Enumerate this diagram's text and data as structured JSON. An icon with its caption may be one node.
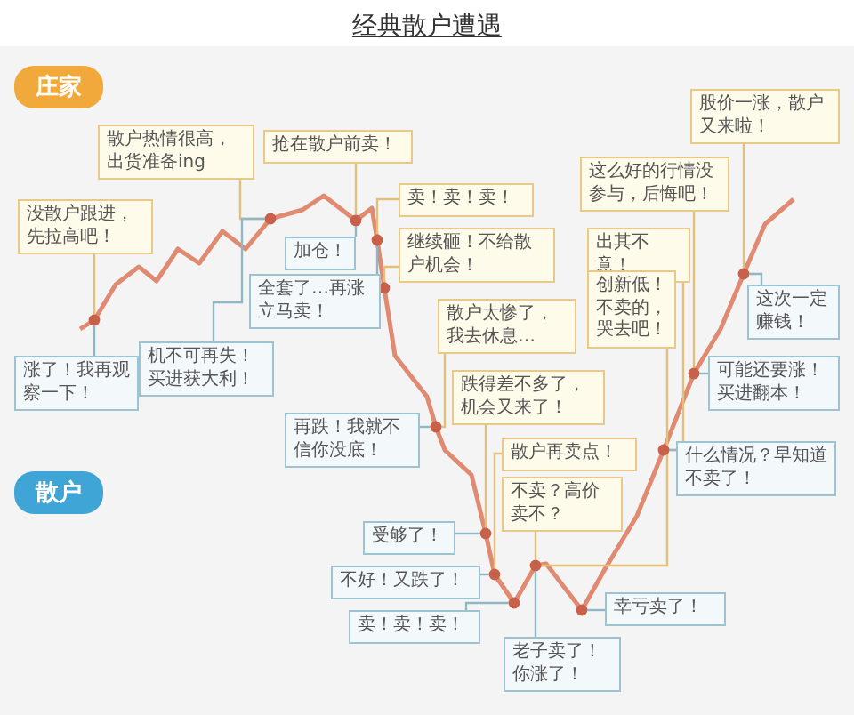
{
  "diagram": {
    "title": "经典散户遭遇",
    "nodes": [
      {
        "text": [
          "庄家"
        ]
      },
      {
        "text": [
          "股价一涨，散户又来啦！"
        ]
      },
      {
        "text": [
          "散户热情很高，出货准备ing"
        ]
      },
      {
        "text": [
          "抢在散户前卖！"
        ]
      },
      {
        "text": [
          "这么好的行情没参与，后悔吧！"
        ]
      },
      {
        "text": [
          "卖！卖！卖！"
        ]
      },
      {
        "text": [
          "没散户跟进，先拉高吧！"
        ]
      },
      {
        "text": [
          "继续砸！不给散户机会！"
        ]
      },
      {
        "text": [
          "加仓！"
        ]
      },
      {
        "text": [
          "出其不意！"
        ]
      },
      {
        "text": [
          "全套了…再涨立马卖！"
        ]
      },
      {
        "text": [
          "创新低！不卖的，哭去吧！"
        ]
      },
      {
        "text": [
          "这次一定赚钱！"
        ]
      },
      {
        "text": [
          "散户太惨了，我去休息…"
        ]
      },
      {
        "text": [
          "机不可再失！买进获大利！"
        ]
      },
      {
        "text": [
          "涨了！我再观察一下！"
        ]
      },
      {
        "text": [
          "可能还要涨！买进翻本！"
        ]
      },
      {
        "text": [
          "跌得差不多了，机会又来了！"
        ]
      },
      {
        "text": [
          "再跌！我就不信你没底！"
        ]
      },
      {
        "text": [
          "散户"
        ]
      },
      {
        "text": [
          "散户再卖点！"
        ]
      },
      {
        "text": [
          "什么情况？早知道不卖了！"
        ]
      },
      {
        "text": [
          "不卖？高价卖不？"
        ]
      },
      {
        "text": [
          "受够了！"
        ]
      },
      {
        "text": [
          "不好！又跌了！"
        ]
      },
      {
        "text": [
          "幸亏卖了！"
        ]
      },
      {
        "text": [
          "卖！卖！卖！"
        ]
      },
      {
        "text": [
          "老子卖了！你涨了！"
        ]
      },
      {
        "text": [],
        "shape": "circle"
      },
      {
        "text": [],
        "shape": "circle"
      },
      {
        "text": [],
        "shape": "circle"
      },
      {
        "text": [],
        "shape": "circle"
      },
      {
        "text": [],
        "shape": "circle"
      },
      {
        "text": [],
        "shape": "circle"
      },
      {
        "text": [],
        "shape": "circle"
      },
      {
        "text": [],
        "shape": "circle"
      },
      {
        "text": [],
        "shape": "circle"
      },
      {
        "text": [],
        "shape": "circle"
      },
      {
        "text": [],
        "shape": "circle"
      },
      {
        "text": [],
        "shape": "circle"
      },
      {
        "text": [],
        "shape": "circle"
      },
      {
        "text": [],
        "shape": "circle"
      }
    ],
    "edges": [
      {
        "from": 1,
        "to": 41,
        "arrow": "none",
        "color": "#e3c07a"
      },
      {
        "from": 2,
        "to": 29,
        "arrow": "none",
        "color": "#e3c07a"
      },
      {
        "from": 3,
        "to": 30,
        "arrow": "none",
        "color": "#e3c07a"
      },
      {
        "from": 4,
        "to": 40,
        "arrow": "none",
        "color": "#e3c07a"
      },
      {
        "from": 5,
        "to": 31,
        "arrow": "none",
        "color": "#e3c07a"
      },
      {
        "from": 6,
        "to": 28,
        "arrow": "none",
        "color": "#e3c07a"
      },
      {
        "from": 7,
        "to": 32,
        "arrow": "none",
        "color": "#e3c07a"
      },
      {
        "from": 8,
        "to": 30,
        "arrow": "none",
        "color": "#8fb8c5"
      },
      {
        "from": 9,
        "to": 39,
        "arrow": "none",
        "color": "#e3c07a"
      },
      {
        "from": 10,
        "to": 31,
        "arrow": "none",
        "color": "#8fb8c5"
      },
      {
        "from": 11,
        "to": 37,
        "arrow": "none",
        "color": "#e3c07a"
      },
      {
        "from": 12,
        "to": 41,
        "arrow": "none",
        "color": "#8fb8c5"
      },
      {
        "from": 13,
        "to": 33,
        "arrow": "none",
        "color": "#e3c07a"
      },
      {
        "from": 14,
        "to": 29,
        "arrow": "none",
        "color": "#8fb8c5"
      },
      {
        "from": 15,
        "to": 28,
        "arrow": "none",
        "color": "#8fb8c5"
      },
      {
        "from": 16,
        "to": 40,
        "arrow": "none",
        "color": "#8fb8c5"
      },
      {
        "from": 17,
        "to": 34,
        "arrow": "none",
        "color": "#e3c07a"
      },
      {
        "from": 18,
        "to": 33,
        "arrow": "none",
        "color": "#8fb8c5"
      },
      {
        "from": 20,
        "to": 35,
        "arrow": "none",
        "color": "#e3c07a"
      },
      {
        "from": 21,
        "to": 39,
        "arrow": "none",
        "color": "#8fb8c5"
      },
      {
        "from": 22,
        "to": 37,
        "arrow": "none",
        "color": "#e3c07a"
      },
      {
        "from": 23,
        "to": 34,
        "arrow": "none",
        "color": "#8fb8c5"
      },
      {
        "from": 24,
        "to": 35,
        "arrow": "none",
        "color": "#8fb8c5"
      },
      {
        "from": 25,
        "to": 38,
        "arrow": "none",
        "color": "#8fb8c5"
      },
      {
        "from": 26,
        "to": 36,
        "arrow": "none",
        "color": "#8fb8c5"
      },
      {
        "from": 27,
        "to": 37,
        "arrow": "none",
        "color": "#8fb8c5"
      }
    ]
  }
}
